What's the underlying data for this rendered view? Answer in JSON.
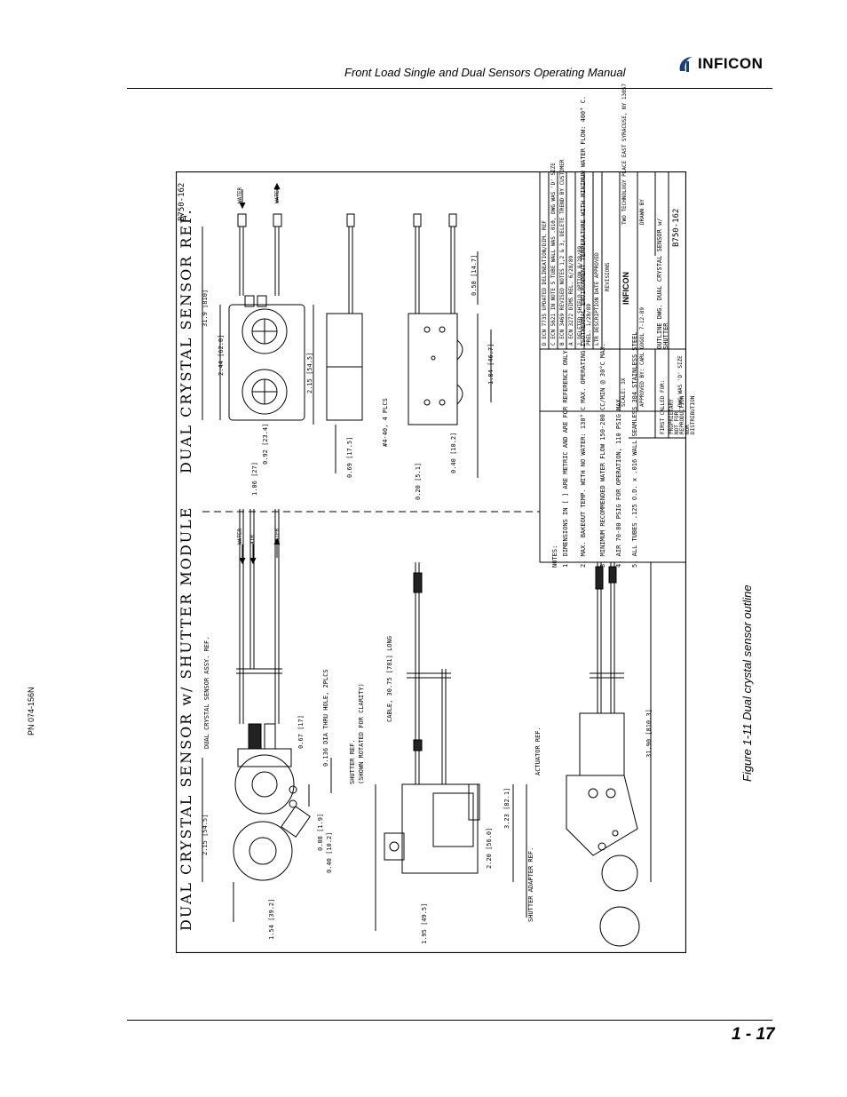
{
  "header": {
    "manual_title": "Front Load Single and Dual Sensors Operating Manual",
    "brand": "INFICON"
  },
  "side": {
    "part_number": "PN 074-156N"
  },
  "footer": {
    "page_number": "1 - 17"
  },
  "figure": {
    "caption": "Figure 1-11 Dual crystal sensor outline"
  },
  "drawing": {
    "title_left": "DUAL CRYSTAL SENSOR w/ SHUTTER MODULE",
    "title_right": "DUAL CRYSTAL SENSOR REF.",
    "drawing_number": "B750-162",
    "labels": {
      "water": "WATER",
      "air": "AIR",
      "assy_ref": "DUAL CRYSTAL SENSOR ASSY. REF.",
      "thru_hole": "0.136 DIA THRU HOLE, 2PLCS",
      "shutter_ref": "SHUTTER REF.",
      "shutter_ref_note": "(SHOWN ROTATED FOR CLARITY)",
      "cable": "CABLE, 30.75 [781] LONG",
      "actuator_ref": "ACTUATOR REF.",
      "shutter_adapter_ref": "SHUTTER ADAPTER REF.",
      "screw": "#4-40, 4 PLCS"
    },
    "dims_left": {
      "d1": "2.15 [54.5]",
      "d2": "0.67 [17]",
      "d3": "0.08 [1.9]",
      "d4": "0.40 [10.2]",
      "d5": "1.54 [39.2]",
      "d6": "1.95 [49.5]",
      "d7": "2.20 [56.0]",
      "d8": "3.23 [82.1]",
      "d9": "31.90 [810.3]"
    },
    "dims_right": {
      "d1": "31.9 [810]",
      "d2": "2.44 [62.0]",
      "d3": "2.15 [54.5]",
      "d4": "0.92 [23.4]",
      "d5": "1.06 [27]",
      "d6": "0.69 [17.5]",
      "d7": "0.40 [10.2]",
      "d8": "0.20 [5.1]",
      "d9": "0.58 [14.7]",
      "d10": "1.84 [46.7]"
    },
    "notes": {
      "heading": "NOTES:",
      "n1": "1. DIMENSIONS IN [ ] ARE METRIC AND ARE FOR REFERENCE ONLY.",
      "n2": "2. MAX. BAKEOUT TEMP. WITH NO WATER: 130° C MAX. OPERATING ISOTHERMAL ENVIRONMENT TEMPERATURE WITH MINIMUM WATER FLOW: 400° C.",
      "n3": "3. MINIMUM RECOMMENDED WATER FLOW 150-200 CC/MIN @ 30°C MAX.",
      "n4": "4. AIR 70-80 PSIG FOR OPERATION, 110 PSIG MAX.",
      "n5": "5. ALL TUBES .125 O.D. x .016 WALL SEAMLESS 304 STAINLESS STEEL"
    },
    "revisions": {
      "heading": "REVISIONS",
      "rows": [
        "D  ECN 7735 UPDATED DELINEATION/DIM. REF",
        "C  ECN 5621 IN NOTE 5 TUBE WALL WAS .010, DWG WAS 'D' SIZE",
        "B  ECN 3469 REVISED NOTES 1,2 & 3, DELETE TREND BY CUSTOMER",
        "A  ECN 3272 DIMS REL. 6/28/89",
        "1  DELETED SHIELD OPTION 8/28/89",
        "   PREL. 1/20/89"
      ],
      "cols": "LTR   DESCRIPTION   DATE   APPROVED"
    },
    "title_block": {
      "company": "INFICON",
      "address": "TWO TECHNOLOGY PLACE EAST SYRACUSE, NY 13057",
      "title": "OUTLINE DWG. DUAL CRYSTAL SENSOR w/ SHUTTER",
      "drawn_by": "DRAWN BY",
      "approved_by": "APPROVED BY: CARL GOGOL 7-12-89",
      "scale": "SCALE: 3X",
      "dwg_size": "DWG WAS 'D' SIZE",
      "first_called": "FIRST CALLED FOR:",
      "proprietary": "PROPRIETARY NOT FOR REPRODUCTION NOR DISTRIBUTION"
    }
  }
}
